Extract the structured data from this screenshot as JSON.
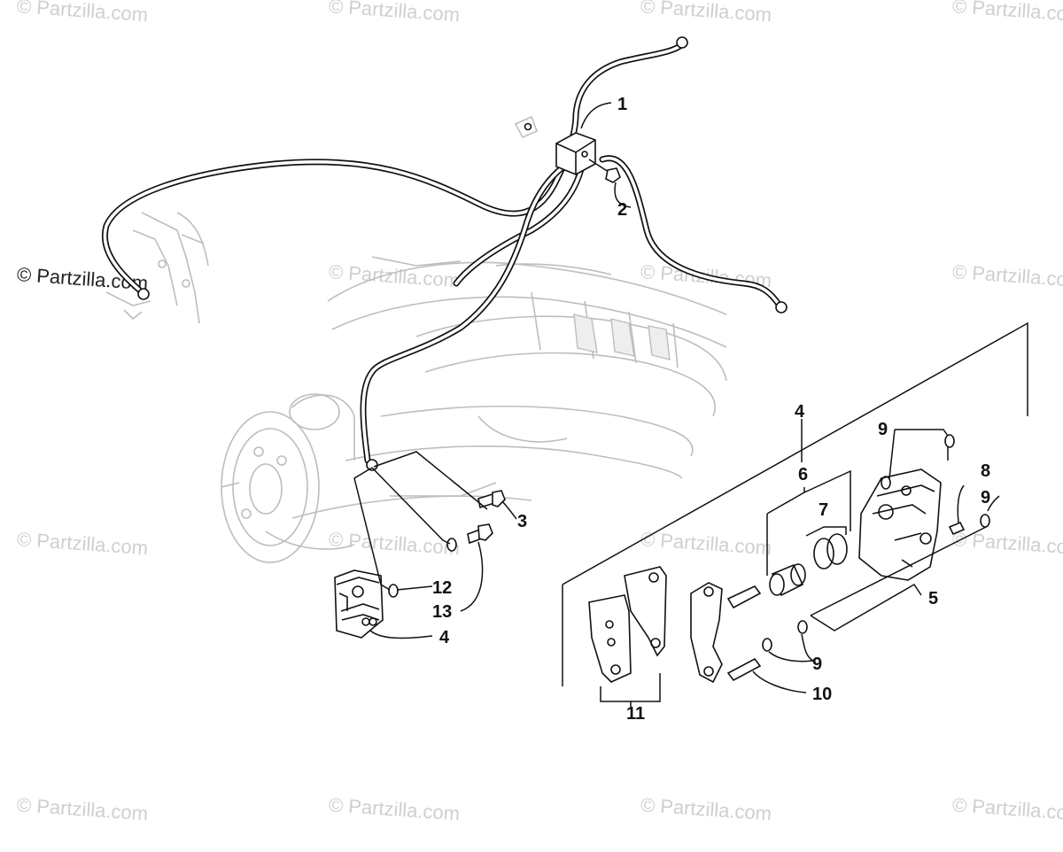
{
  "watermark": {
    "text": "© Partzilla.com",
    "prominent_text": "© Partzilla.com"
  },
  "callouts": {
    "c1": "1",
    "c2": "2",
    "c3": "3",
    "c4_left": "4",
    "c4_top": "4",
    "c5": "5",
    "c6": "6",
    "c7": "7",
    "c8": "8",
    "c9_top": "9",
    "c9_right": "9",
    "c9_bottom": "9",
    "c10": "10",
    "c11": "11",
    "c12": "12",
    "c13": "13"
  }
}
